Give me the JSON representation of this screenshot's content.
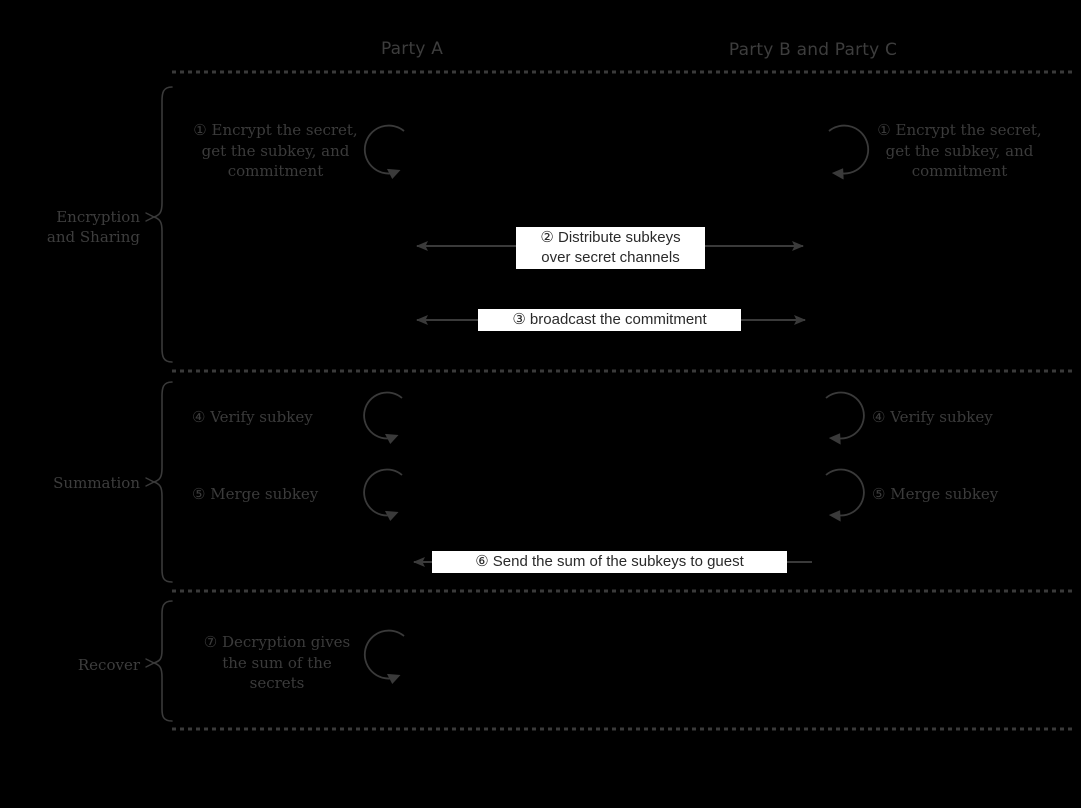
{
  "diagram": {
    "title": "Secret sharing protocol sequence diagram",
    "background_color": "#000000",
    "line_color": "#3a3a3a",
    "text_color": "#3d3d3d",
    "label_box_color": "#ffffff",
    "label_box_text_color": "#2a2a2a"
  },
  "columns": [
    {
      "id": "party-a",
      "label": "Party A"
    },
    {
      "id": "party-bc",
      "label": "Party B and Party C"
    }
  ],
  "phases": [
    {
      "id": "encryption-and-sharing",
      "label": "Encryption\nand Sharing"
    },
    {
      "id": "summation",
      "label": "Summation"
    },
    {
      "id": "recover",
      "label": "Recover"
    }
  ],
  "steps": {
    "left": [
      {
        "number": "①",
        "text": "① Encrypt the secret,\nget the subkey, and\ncommitment",
        "phase": "encryption-and-sharing",
        "kind": "self-loop"
      },
      {
        "number": "④",
        "text": "④ Verify subkey",
        "phase": "summation",
        "kind": "self-loop"
      },
      {
        "number": "⑤",
        "text": "⑤ Merge subkey",
        "phase": "summation",
        "kind": "self-loop"
      },
      {
        "number": "⑦",
        "text": "⑦ Decryption gives\nthe sum of the\nsecrets",
        "phase": "recover",
        "kind": "self-loop"
      }
    ],
    "right": [
      {
        "number": "①",
        "text": "① Encrypt the secret,\nget the subkey, and\ncommitment",
        "phase": "encryption-and-sharing",
        "kind": "self-loop"
      },
      {
        "number": "④",
        "text": "④ Verify subkey",
        "phase": "summation",
        "kind": "self-loop"
      },
      {
        "number": "⑤",
        "text": "⑤ Merge subkey",
        "phase": "summation",
        "kind": "self-loop"
      }
    ],
    "messages": [
      {
        "number": "②",
        "text": "② Distribute subkeys\nover secret channels",
        "phase": "encryption-and-sharing",
        "direction": "bidirectional"
      },
      {
        "number": "③",
        "text": "③ broadcast the commitment",
        "phase": "encryption-and-sharing",
        "direction": "bidirectional"
      },
      {
        "number": "⑥",
        "text": "⑥ Send the sum of the subkeys to guest",
        "phase": "summation",
        "direction": "right-to-left"
      }
    ]
  }
}
